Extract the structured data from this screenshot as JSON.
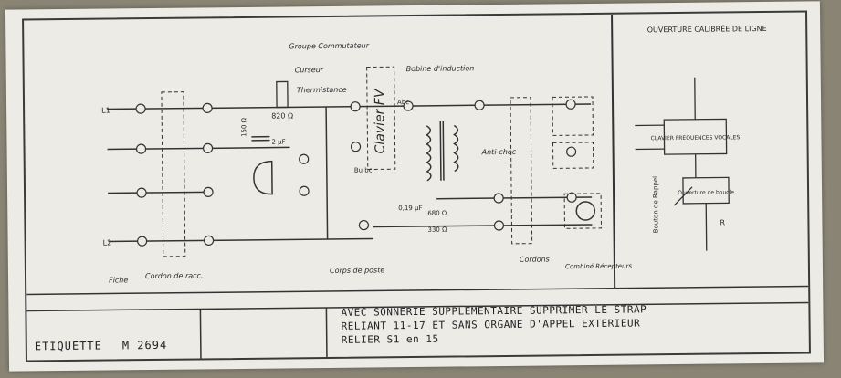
{
  "header": {
    "title": "OUVERTURE CALIBRÉE DE LIGNE"
  },
  "labels": {
    "groupe_commutateur": "Groupe Commutateur",
    "curseur": "Curseur",
    "thermistance": "Thermistance",
    "clavier_fv": "Clavier FV",
    "bobine": "Bobine d'induction",
    "anti_choc": "Anti-choc",
    "fiche": "Fiche",
    "cordon_racc": "Cordon de racc.",
    "corps_poste": "Corps de poste",
    "cordons": "Cordons",
    "combine": "Combiné Récepteurs"
  },
  "components": {
    "r820": "820 Ω",
    "c2": "2 µF",
    "r150": "150 Ω",
    "c019": "0,19 µF",
    "r680": "680 Ω",
    "r330": "330 Ω",
    "abc": "Abc",
    "bu_bc": "Bu bc"
  },
  "line_labels": {
    "l1": "L1",
    "l2": "L2"
  },
  "right_panel": {
    "clavier": "CLAVIER FREQUENCES VOCALES",
    "ouverture": "Ouverture de boucle",
    "bouton": "Bouton de Rappel",
    "r": "R"
  },
  "footer": {
    "etiquette": "ETIQUETTE",
    "ref": "M 2694",
    "note": "AVEC SONNERIE SUPPLEMENTAIRE SUPPRIMER LE STRAP RELIANT 11-17 ET SANS ORGANE D'APPEL EXTERIEUR RELIER S1 en 15"
  }
}
